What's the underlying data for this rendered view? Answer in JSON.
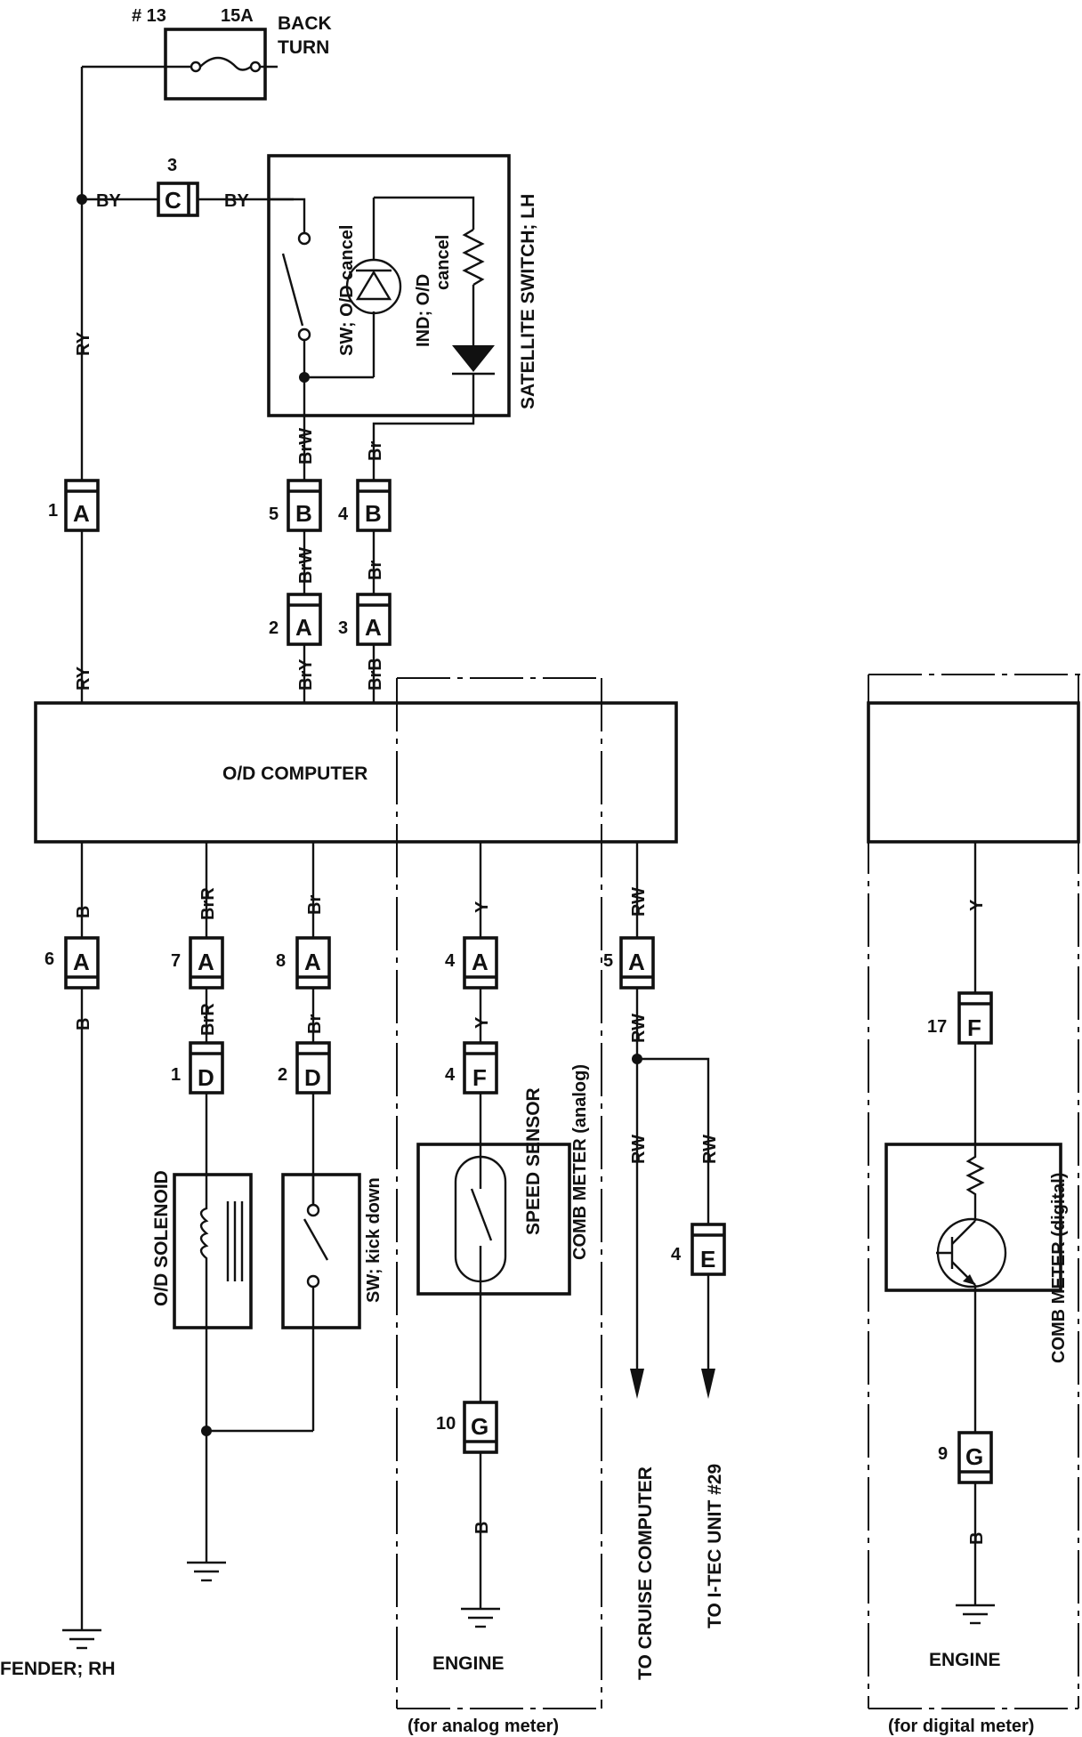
{
  "fuse": {
    "number": "# 13",
    "rating": "15A",
    "line1": "BACK",
    "line2": "TURN"
  },
  "wire_colors": {
    "BY": "BY",
    "RY": "RY",
    "BrW": "BrW",
    "Br": "Br",
    "BrY": "BrY",
    "BrB": "BrB",
    "B": "B",
    "BrR": "BrR",
    "Y": "Y",
    "RW": "RW"
  },
  "connectors": {
    "A": "A",
    "B": "B",
    "C": "C",
    "D": "D",
    "E": "E",
    "F": "F",
    "G": "G"
  },
  "pins": {
    "p1": "1",
    "p2": "2",
    "p3": "3",
    "p4": "4",
    "p5": "5",
    "p6": "6",
    "p7": "7",
    "p8": "8",
    "p9": "9",
    "p10": "10",
    "p17": "17"
  },
  "components": {
    "satellite_switch": "SATELLITE SWITCH; LH",
    "sw_od_cancel": "SW; O/D cancel",
    "ind_od": "IND; O/D",
    "ind_cancel": "cancel",
    "od_computer": "O/D COMPUTER",
    "od_solenoid": "O/D SOLENOID",
    "sw_kick_down": "SW; kick down",
    "speed_sensor": "SPEED SENSOR",
    "comb_meter_analog": "COMB METER (analog)",
    "comb_meter_digital": "COMB METER (digital)"
  },
  "grounds": {
    "fender_rh": "FENDER; RH",
    "engine": "ENGINE"
  },
  "destinations": {
    "cruise": "TO CRUISE COMPUTER",
    "itec": "TO I-TEC UNIT #29"
  },
  "variants": {
    "analog": "(for analog meter)",
    "digital": "(for digital meter)"
  }
}
